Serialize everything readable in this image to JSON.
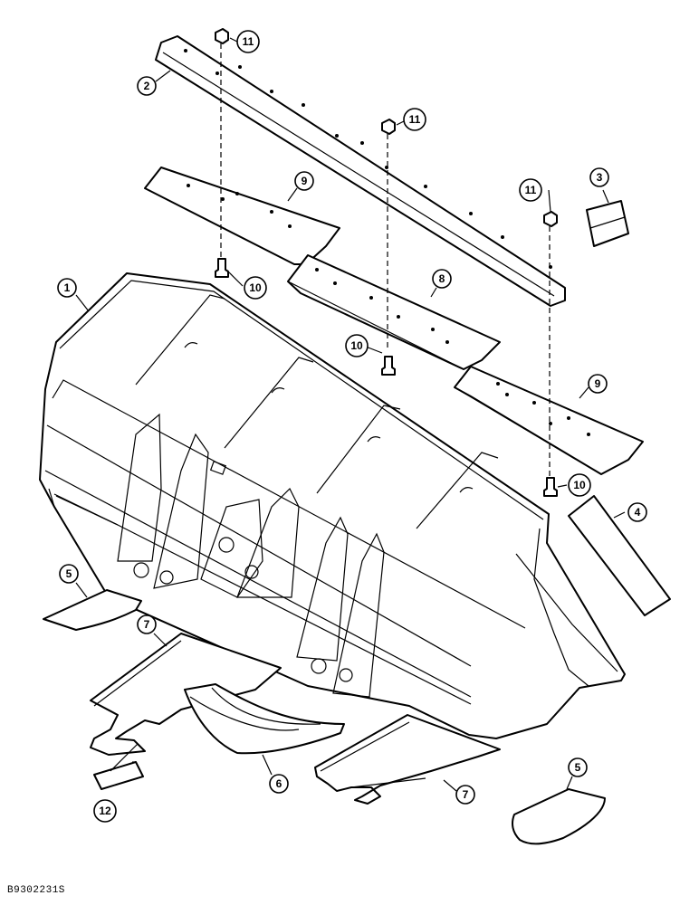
{
  "figure_id": "B9302231S",
  "callouts": {
    "c1": "1",
    "c2": "2",
    "c3": "3",
    "c4": "4",
    "c5a": "5",
    "c5b": "5",
    "c6": "6",
    "c7a": "7",
    "c7b": "7",
    "c8": "8",
    "c9a": "9",
    "c9b": "9",
    "c10a": "10",
    "c10b": "10",
    "c10c": "10",
    "c11a": "11",
    "c11b": "11",
    "c11c": "11",
    "c12": "12"
  }
}
